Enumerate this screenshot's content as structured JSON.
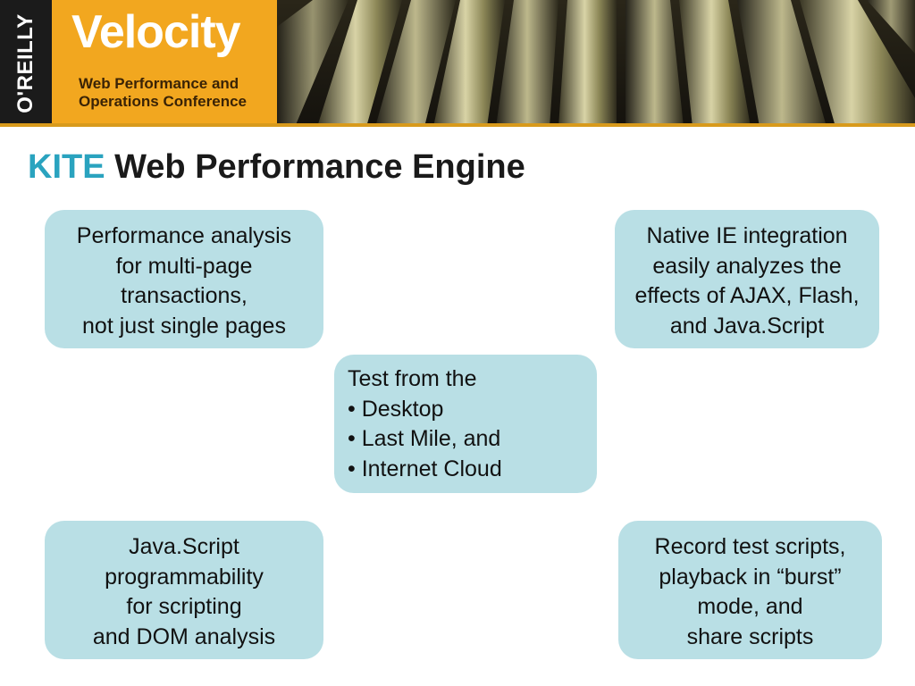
{
  "header": {
    "publisher": "O'REILLY",
    "event_name": "Velocity",
    "event_subtitle_lines": [
      "Web Performance and",
      "Operations Conference"
    ]
  },
  "slide": {
    "title_accent": "KITE",
    "title_rest": " Web Performance Engine",
    "boxes": {
      "top_left": [
        "Performance analysis",
        "for multi-page",
        "transactions,",
        "not just single pages"
      ],
      "top_right": [
        "Native IE integration",
        "easily analyzes the",
        "effects of AJAX, Flash,",
        "and Java.Script"
      ],
      "center": [
        "Test from the",
        "• Desktop",
        "• Last Mile, and",
        "• Internet Cloud"
      ],
      "bottom_left": [
        "Java.Script",
        "programmability",
        "for scripting",
        "and DOM analysis"
      ],
      "bottom_right": [
        "Record test scripts,",
        "playback in “burst”",
        "mode, and",
        "share scripts"
      ]
    }
  },
  "colors": {
    "brand_orange": "#f2a71f",
    "title_accent": "#2aa3bf",
    "box_fill": "#b9dfe5"
  }
}
